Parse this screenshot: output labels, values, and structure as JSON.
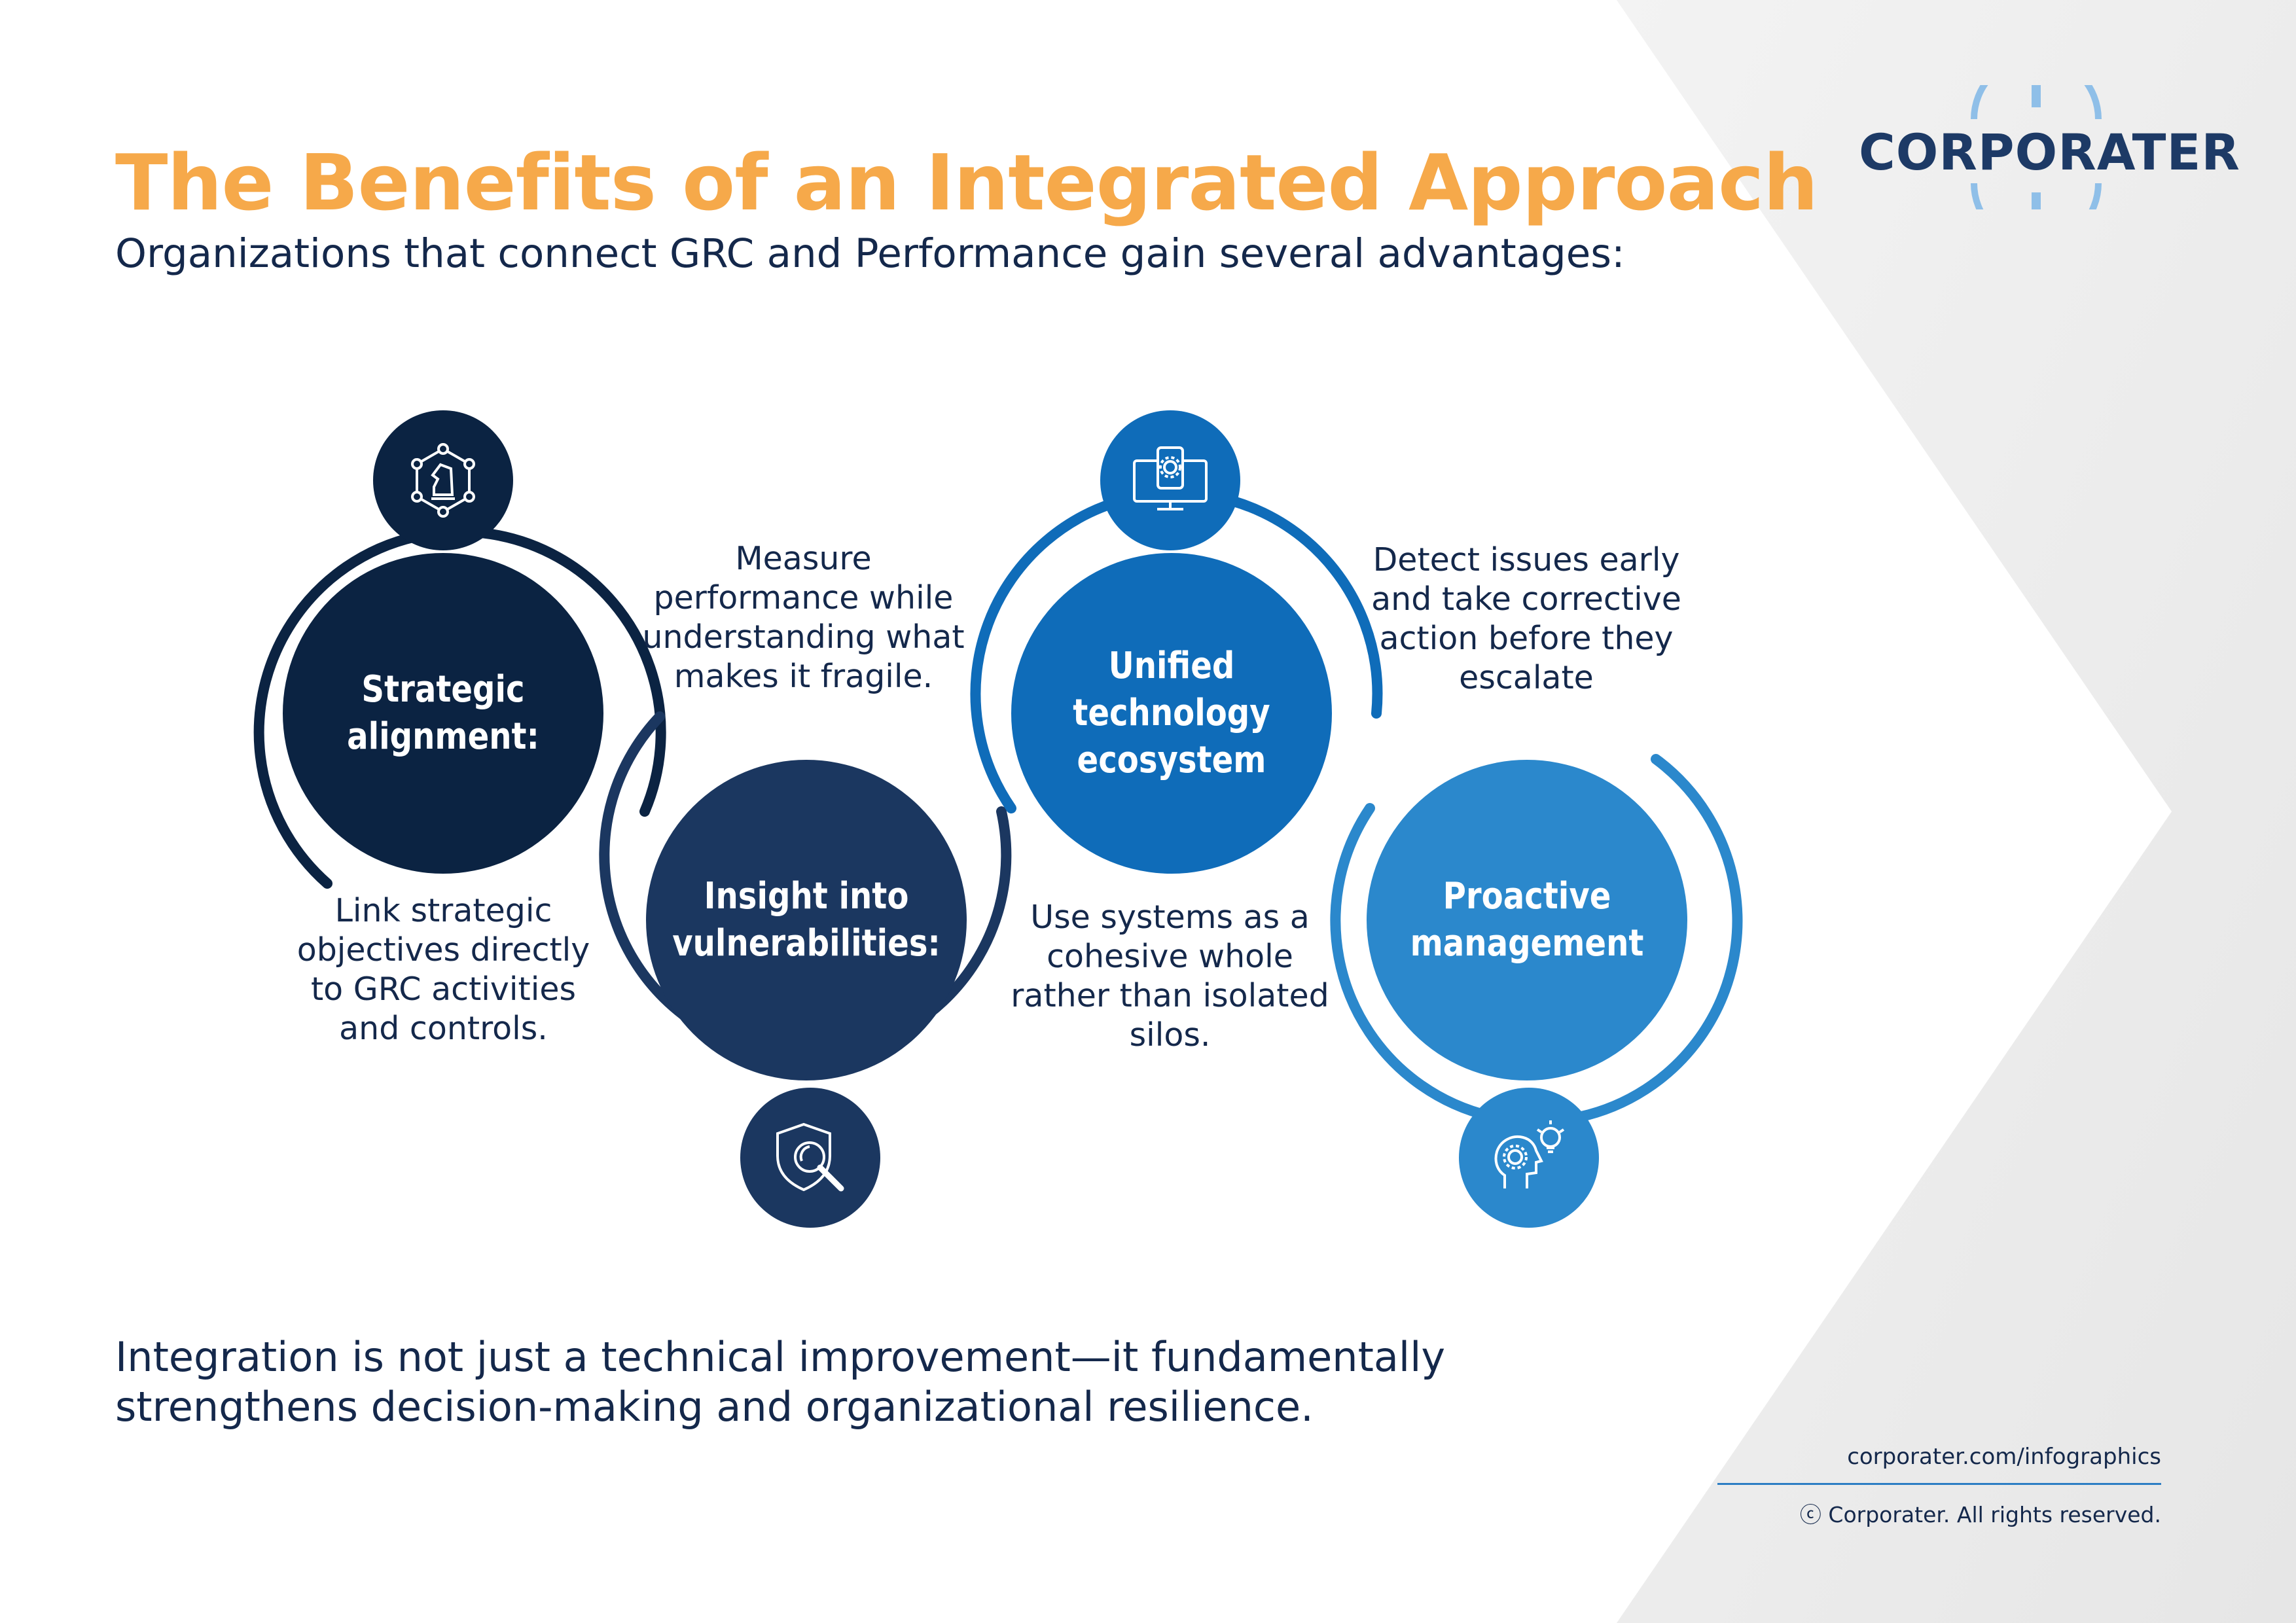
{
  "header": {
    "title": "The Benefits of an Integrated Approach",
    "subtitle": "Organizations that connect GRC and Performance gain several advantages:"
  },
  "logo": {
    "text": "CORPORATER"
  },
  "benefits": [
    {
      "label": "Strategic alignment:",
      "description": "Link strategic objectives directly to GRC activities and controls.",
      "icon": "chess-knight-network-icon",
      "color": "#0b2342"
    },
    {
      "label": "Insight into vulnerabilities:",
      "description": "Measure performance while understanding what makes it fragile.",
      "icon": "shield-magnifier-icon",
      "color": "#1b3760"
    },
    {
      "label": "Unified technology ecosystem",
      "description": "Use systems as a cohesive whole rather than isolated silos.",
      "icon": "devices-gear-icon",
      "color": "#0f6cb9"
    },
    {
      "label": "Proactive management",
      "description": "Detect issues early and take corrective action before they escalate",
      "icon": "head-gear-lightbulb-icon",
      "color": "#2b88cc"
    }
  ],
  "footer": {
    "statement": "Integration is not just a technical improvement—it fundamentally strengthens decision-making and organizational resilience.",
    "site": "corporater.com/infographics",
    "copyright": "ⓒ Corporater. All rights reserved."
  },
  "colors": {
    "title": "#f6a94a",
    "text": "#14284b",
    "navy": "#0b2342",
    "dark_blue": "#1b3760",
    "mid_blue": "#0f6cb9",
    "light_blue": "#2b88cc"
  }
}
